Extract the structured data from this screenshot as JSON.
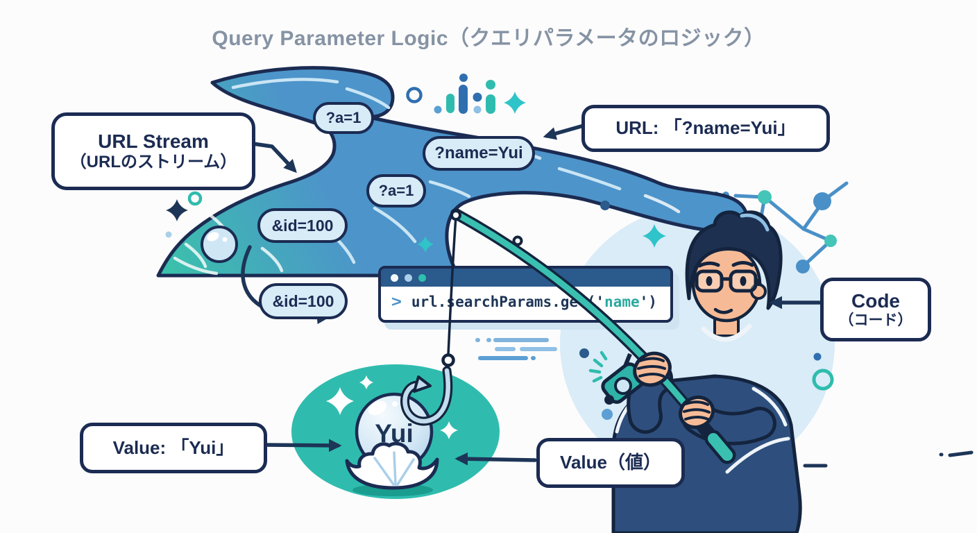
{
  "title": "Query Parameter Logic（クエリパラメータのロジック）",
  "boxes": {
    "url_stream_line1": "URL Stream",
    "url_stream_line2": "（URLのストリーム）",
    "url_value": "URL: 「?name=Yui」",
    "code_line1": "Code",
    "code_line2": "（コード）",
    "value_with_quote": "Value: 「Yui」",
    "value_jp": "Value（値）"
  },
  "stream_pills": [
    {
      "text": "?a=1"
    },
    {
      "text": "?name=Yui"
    },
    {
      "text": "?a=1"
    },
    {
      "text": "&id=100"
    },
    {
      "text": "&id=100"
    }
  ],
  "code_window": {
    "prompt": ">",
    "code_before": "url.searchParams.get(",
    "quote_open": "'",
    "code_arg": "name",
    "quote_close": "'",
    "code_after": ")"
  },
  "pearl": {
    "label": "Yui"
  },
  "colors": {
    "outline_navy": "#1b2b52",
    "river_blue": "#4d94ca",
    "river_teal": "#3bc0ac",
    "pill_bg": "#d8ecf8",
    "window_bar": "#2b5a8c",
    "code_text": "#1d3557",
    "code_arg_teal": "#2aa9a0",
    "title_gray": "#8593a4",
    "value_ellipse_teal": "#2fbcae",
    "person_bg_blue": "#d9ecf7",
    "sweater_navy": "#2e4f7d",
    "skin": "#f6bb96",
    "rod_teal": "#3ac0b0"
  }
}
